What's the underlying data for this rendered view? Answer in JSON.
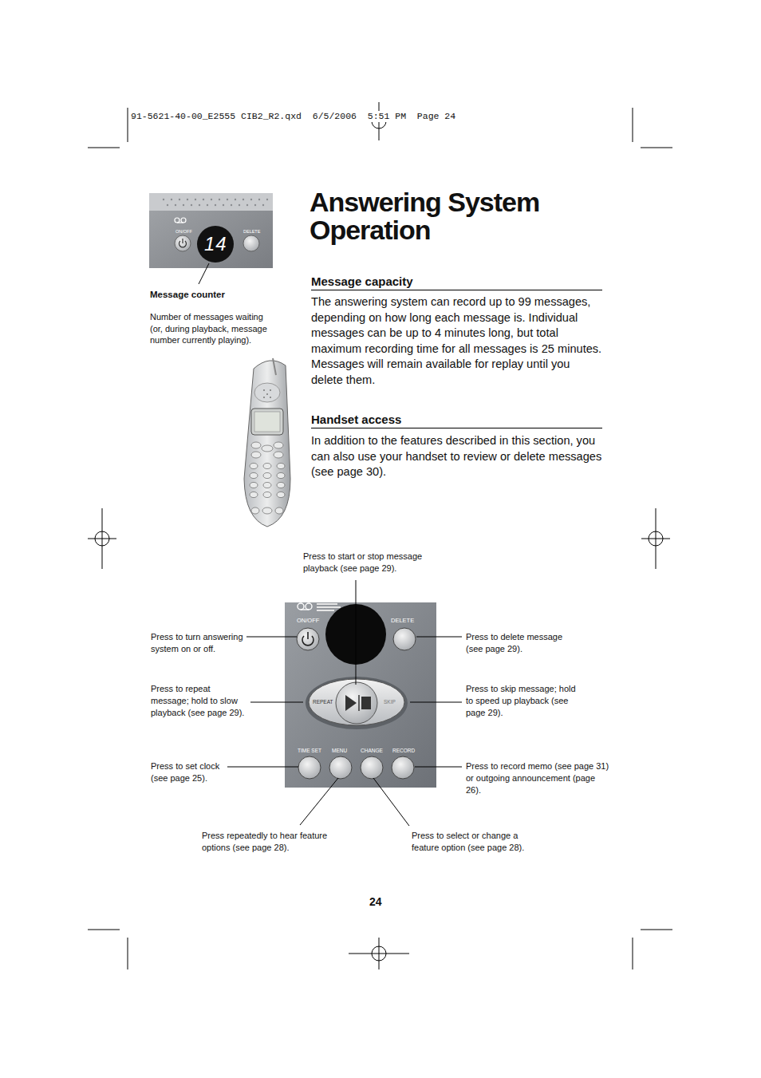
{
  "diagram": {
    "title": "Answering System Operation",
    "labels": [
      "91-5621-40-00_E2555 CIB2_R2.qxd  6/5/2006  5:51 PM  Page 24",
      "Message counter",
      "Number of messages waiting (or, during playback, message number currently playing).",
      "Message capacity",
      "The answering system can record up to 99 messages, depending on how long each message is. Individual messages can be up to 4 minutes long, but total maximum recording time for all messages is 25 minutes. Messages will remain available for replay until you delete them.",
      "Handset access",
      "In addition to the features described in this section, you can also use your handset to review or delete messages (see page 30).",
      "Press to start or stop message playback (see page 29).",
      "Press to turn answering system on or off.",
      "Press to delete message (see page 29).",
      "Press to repeat message; hold to slow playback (see page 29).",
      "Press to skip message; hold to speed up playback (see page 29).",
      "Press to set clock (see page 25).",
      "Press to record memo (see page 31) or outgoing announcement (page 26).",
      "Press repeatedly to hear feature options (see page 28).",
      "Press to select or change a feature option (see page 28).",
      "ON/OFF",
      "DELETE",
      "REPEAT",
      "SKIP",
      "TIME SET",
      "MENU",
      "CHANGE",
      "RECORD",
      "24",
      "ON/OFF",
      "DELETE",
      "14"
    ]
  }
}
